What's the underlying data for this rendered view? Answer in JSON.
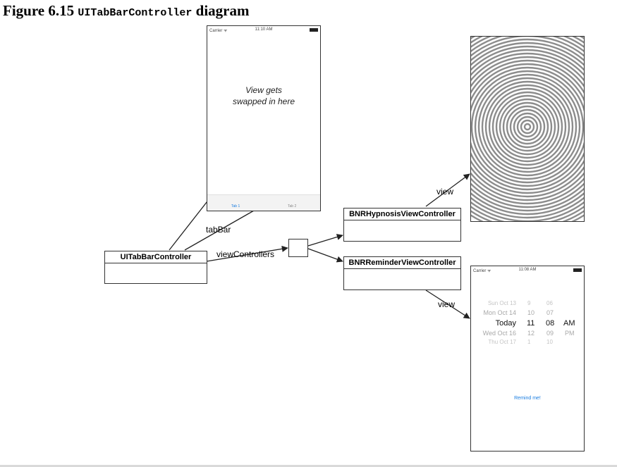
{
  "caption": {
    "figure": "Figure 6.15",
    "code": "UITabBarController",
    "word": "diagram"
  },
  "classes": {
    "tab_bar_controller": "UITabBarController",
    "hypnosis_vc": "BNRHypnosisViewController",
    "reminder_vc": "BNRReminderViewController"
  },
  "labels": {
    "view_top": "view",
    "tab_bar": "tabBar",
    "view_controllers": "viewControllers",
    "view_hypnosis": "view",
    "view_reminder": "view"
  },
  "main_phone": {
    "carrier": "Carrier ᯤ",
    "time": "11:10 AM",
    "note_line1": "View gets",
    "note_line2": "swapped in here",
    "tab1": "Tab 1",
    "tab2": "Tab 2"
  },
  "reminder_phone": {
    "carrier": "Carrier ᯤ",
    "time": "11:08 AM",
    "picker": [
      {
        "day": "Sun Oct 13",
        "hour": "9",
        "minute": "06",
        "ampm": ""
      },
      {
        "day": "Mon Oct 14",
        "hour": "10",
        "minute": "07",
        "ampm": ""
      },
      {
        "day": "Today",
        "hour": "11",
        "minute": "08",
        "ampm": "AM"
      },
      {
        "day": "Wed Oct 16",
        "hour": "12",
        "minute": "09",
        "ampm": "PM"
      },
      {
        "day": "Thu Oct 17",
        "hour": "1",
        "minute": "10",
        "ampm": ""
      }
    ],
    "button": "Remind me!"
  },
  "colors": {
    "line": "#222222",
    "accent": "#1a7de0",
    "ring": "#8c8c8c"
  }
}
